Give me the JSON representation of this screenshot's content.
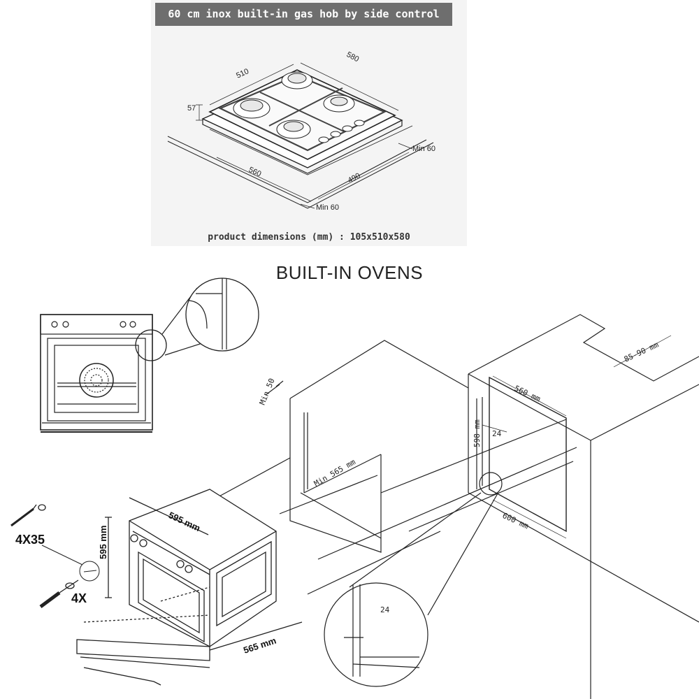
{
  "hob": {
    "title": "60 cm inox built-in gas hob by side control",
    "caption": "product dimensions (mm) : 105x510x580",
    "labels": {
      "width": "510",
      "depth": "580",
      "height": "57",
      "cutout_width": "560",
      "cutout_depth": "490",
      "min_side": "Min 60",
      "min_front": "Min 60"
    }
  },
  "ovens": {
    "title": "BUILT-IN OVENS",
    "labels": {
      "min_top": "Min 50",
      "min_depth": "Min 565 mm",
      "rear_gap": "85-90 mm",
      "cab_width": "560 mm",
      "cab_height": "598 mm",
      "side_gap": "24",
      "cab_depth": "600 mm",
      "detail_gap": "24",
      "oven_width": "595 mm",
      "oven_height": "595 mm",
      "oven_depth": "565 mm",
      "screw_spec": "4X35",
      "screw_count": "4X"
    }
  },
  "colors": {
    "banner": "#6e6e6e",
    "line": "#222222",
    "panel": "#f4f4f4"
  }
}
